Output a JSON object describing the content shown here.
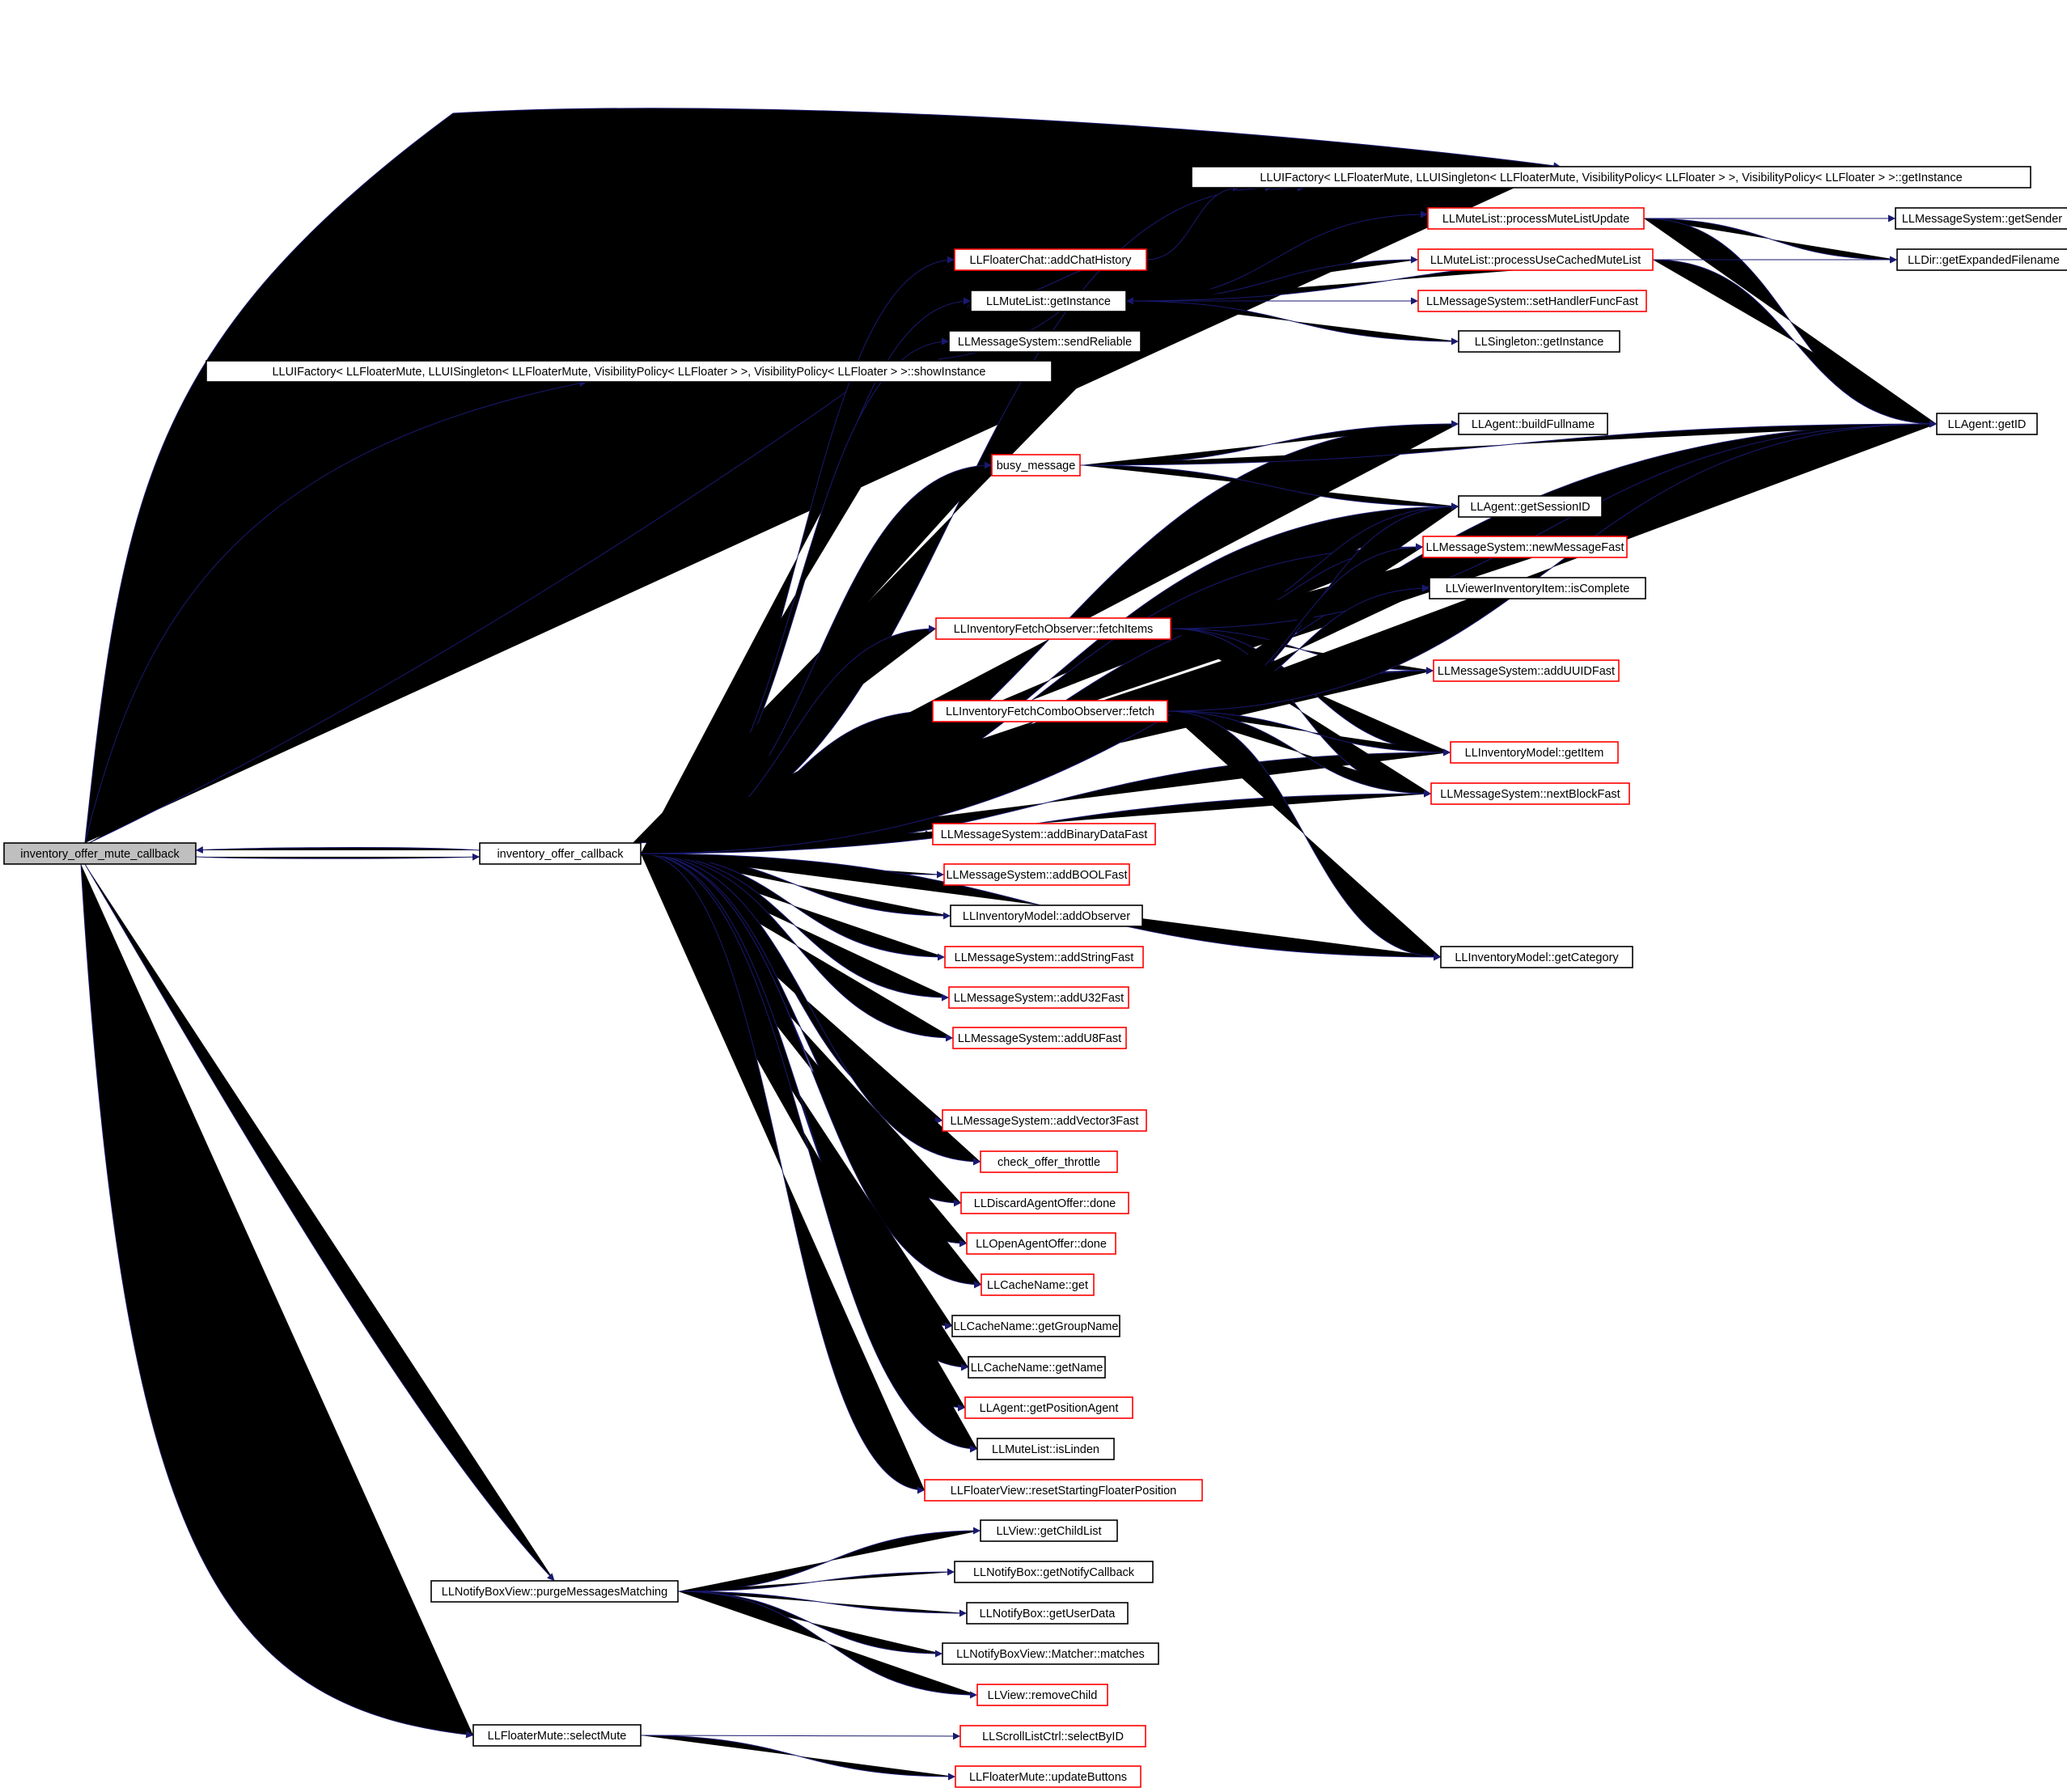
{
  "colors": {
    "edge": "#191970",
    "arrowhead": "#191970",
    "node_border_default": "#000000",
    "node_border_highlight": "#ff0000",
    "root_fill": "#bfbfbf",
    "node_fill": "#ffffff"
  },
  "nodes": [
    {
      "id": "root",
      "label": "inventory_offer_mute_callback",
      "style": "root"
    },
    {
      "id": "uif_get",
      "label": "LLUIFactory< LLFloaterMute, LLUISingleton< LLFloaterMute, VisibilityPolicy< LLFloater > >, VisibilityPolicy< LLFloater > >::getInstance",
      "style": "black"
    },
    {
      "id": "uif_show",
      "label": "LLUIFactory< LLFloaterMute, LLUISingleton< LLFloaterMute, VisibilityPolicy< LLFloater > >, VisibilityPolicy< LLFloater > >::showInstance",
      "style": "black"
    },
    {
      "id": "ioc",
      "label": "inventory_offer_callback",
      "style": "black"
    },
    {
      "id": "nbv_purge",
      "label": "LLNotifyBoxView::purgeMessagesMatching",
      "style": "black"
    },
    {
      "id": "fm_select",
      "label": "LLFloaterMute::selectMute",
      "style": "black"
    },
    {
      "id": "fc_add",
      "label": "LLFloaterChat::addChatHistory",
      "style": "red"
    },
    {
      "id": "ml_get",
      "label": "LLMuteList::getInstance",
      "style": "black"
    },
    {
      "id": "ms_sendrel",
      "label": "LLMessageSystem::sendReliable",
      "style": "black"
    },
    {
      "id": "busy",
      "label": "busy_message",
      "style": "red"
    },
    {
      "id": "ifo_fetch",
      "label": "LLInventoryFetchObserver::fetchItems",
      "style": "red"
    },
    {
      "id": "ifco_fetch",
      "label": "LLInventoryFetchComboObserver::fetch",
      "style": "red"
    },
    {
      "id": "ms_addbin",
      "label": "LLMessageSystem::addBinaryDataFast",
      "style": "red"
    },
    {
      "id": "ms_addbool",
      "label": "LLMessageSystem::addBOOLFast",
      "style": "red"
    },
    {
      "id": "im_addobs",
      "label": "LLInventoryModel::addObserver",
      "style": "black"
    },
    {
      "id": "ms_addstr",
      "label": "LLMessageSystem::addStringFast",
      "style": "red"
    },
    {
      "id": "ms_addu32",
      "label": "LLMessageSystem::addU32Fast",
      "style": "red"
    },
    {
      "id": "ms_addu8",
      "label": "LLMessageSystem::addU8Fast",
      "style": "red"
    },
    {
      "id": "ms_addvec",
      "label": "LLMessageSystem::addVector3Fast",
      "style": "red"
    },
    {
      "id": "check",
      "label": "check_offer_throttle",
      "style": "red"
    },
    {
      "id": "discard",
      "label": "LLDiscardAgentOffer::done",
      "style": "red"
    },
    {
      "id": "openoffer",
      "label": "LLOpenAgentOffer::done",
      "style": "red"
    },
    {
      "id": "cn_get",
      "label": "LLCacheName::get",
      "style": "red"
    },
    {
      "id": "cn_group",
      "label": "LLCacheName::getGroupName",
      "style": "black"
    },
    {
      "id": "cn_name",
      "label": "LLCacheName::getName",
      "style": "black"
    },
    {
      "id": "ag_pos",
      "label": "LLAgent::getPositionAgent",
      "style": "red"
    },
    {
      "id": "ml_linden",
      "label": "LLMuteList::isLinden",
      "style": "black"
    },
    {
      "id": "fv_reset",
      "label": "LLFloaterView::resetStartingFloaterPosition",
      "style": "red"
    },
    {
      "id": "v_child",
      "label": "LLView::getChildList",
      "style": "black"
    },
    {
      "id": "nb_cb",
      "label": "LLNotifyBox::getNotifyCallback",
      "style": "black"
    },
    {
      "id": "nb_ud",
      "label": "LLNotifyBox::getUserData",
      "style": "black"
    },
    {
      "id": "nbv_match",
      "label": "LLNotifyBoxView::Matcher::matches",
      "style": "black"
    },
    {
      "id": "v_remove",
      "label": "LLView::removeChild",
      "style": "red"
    },
    {
      "id": "slc_sel",
      "label": "LLScrollListCtrl::selectByID",
      "style": "red"
    },
    {
      "id": "fm_upd",
      "label": "LLFloaterMute::updateButtons",
      "style": "red"
    },
    {
      "id": "ml_pmlu",
      "label": "LLMuteList::processMuteListUpdate",
      "style": "red"
    },
    {
      "id": "ml_pucml",
      "label": "LLMuteList::processUseCachedMuteList",
      "style": "red"
    },
    {
      "id": "ms_sethf",
      "label": "LLMessageSystem::setHandlerFuncFast",
      "style": "red"
    },
    {
      "id": "sing_get",
      "label": "LLSingleton::getInstance",
      "style": "black"
    },
    {
      "id": "ag_full",
      "label": "LLAgent::buildFullname",
      "style": "black"
    },
    {
      "id": "ag_sess",
      "label": "LLAgent::getSessionID",
      "style": "black"
    },
    {
      "id": "ms_newmsg",
      "label": "LLMessageSystem::newMessageFast",
      "style": "red"
    },
    {
      "id": "vii_comp",
      "label": "LLViewerInventoryItem::isComplete",
      "style": "black"
    },
    {
      "id": "ms_adduuid",
      "label": "LLMessageSystem::addUUIDFast",
      "style": "red"
    },
    {
      "id": "im_item",
      "label": "LLInventoryModel::getItem",
      "style": "red"
    },
    {
      "id": "ms_nextblk",
      "label": "LLMessageSystem::nextBlockFast",
      "style": "red"
    },
    {
      "id": "im_cat",
      "label": "LLInventoryModel::getCategory",
      "style": "black"
    },
    {
      "id": "ms_sender",
      "label": "LLMessageSystem::getSender",
      "style": "black"
    },
    {
      "id": "dir_exp",
      "label": "LLDir::getExpandedFilename",
      "style": "black"
    },
    {
      "id": "ag_id",
      "label": "LLAgent::getID",
      "style": "black"
    }
  ]
}
